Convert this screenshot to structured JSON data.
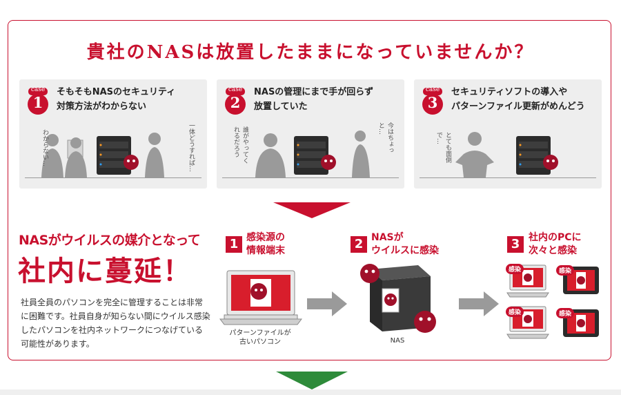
{
  "title": "貴社のNASは放置したままになっていませんか？",
  "cases": [
    {
      "badge_word": "case",
      "badge_num": "1",
      "line1": "そもそもNASのセキュリティ",
      "line2": "対策方法がわからない",
      "bubbles": [
        "わからない…",
        "一体どうすれば…"
      ]
    },
    {
      "badge_word": "case",
      "badge_num": "2",
      "line1": "NASの管理にまで手が回らず",
      "line2": "放置していた",
      "bubbles": [
        "誰がやってくれるだろう",
        "今はちょっと…"
      ]
    },
    {
      "badge_word": "case",
      "badge_num": "3",
      "line1": "セキュリティソフトの導入や",
      "line2": "パターンファイル更新がめんどう",
      "bubbles": [
        "とても面倒で…"
      ]
    }
  ],
  "lead": {
    "line1": "NASがウイルスの媒介となって",
    "line2": "社内に蔓延！",
    "desc": "社員全員のパソコンを完全に管理することは非常に困難です。社員自身が知らない間にウイルス感染したパソコンを社内ネットワークにつなげている可能性があります。"
  },
  "steps": [
    {
      "num": "1",
      "line1": "感染源の",
      "line2": "情報端末",
      "caption1": "パターンファイルが",
      "caption2": "古いパソコン"
    },
    {
      "num": "2",
      "line1": "NASが",
      "line2": "ウイルスに感染",
      "caption1": "NAS",
      "caption2": ""
    },
    {
      "num": "3",
      "line1": "社内のPCに",
      "line2": "次々と感染",
      "infected_label": "感染"
    }
  ],
  "colors": {
    "accent": "#c8102e",
    "green": "#2e8b3a"
  }
}
